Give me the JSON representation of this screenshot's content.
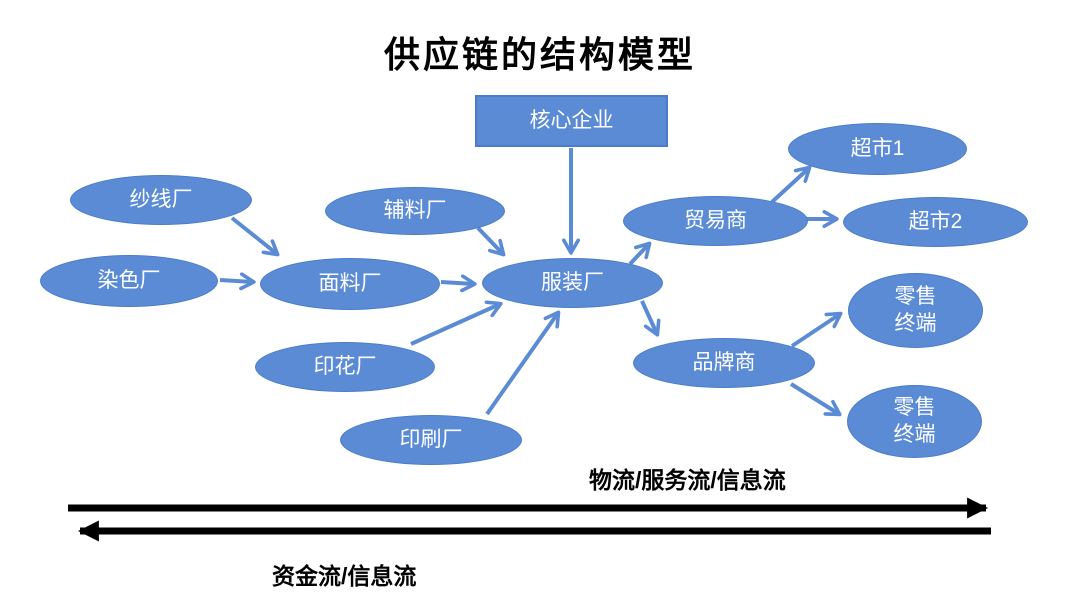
{
  "title": "供应链的结构模型",
  "nodes": {
    "core": {
      "label": "核心企业",
      "shape": "rectangle"
    },
    "yarn": {
      "label": "纱线厂"
    },
    "dye": {
      "label": "染色厂"
    },
    "accessory": {
      "label": "辅料厂"
    },
    "fabric": {
      "label": "面料厂"
    },
    "stamping": {
      "label": "印花厂"
    },
    "printing": {
      "label": "印刷厂"
    },
    "garment": {
      "label": "服装厂"
    },
    "trader": {
      "label": "贸易商"
    },
    "market1": {
      "label": "超市1"
    },
    "market2": {
      "label": "超市2"
    },
    "brand": {
      "label": "品牌商"
    },
    "retail1": {
      "line1": "零售",
      "line2": "终端"
    },
    "retail2": {
      "line1": "零售",
      "line2": "终端"
    }
  },
  "edges": [
    {
      "from": "核心企业",
      "to": "服装厂"
    },
    {
      "from": "纱线厂",
      "to": "面料厂"
    },
    {
      "from": "染色厂",
      "to": "面料厂"
    },
    {
      "from": "辅料厂",
      "to": "服装厂"
    },
    {
      "from": "面料厂",
      "to": "服装厂"
    },
    {
      "from": "印花厂",
      "to": "服装厂"
    },
    {
      "from": "印刷厂",
      "to": "服装厂"
    },
    {
      "from": "服装厂",
      "to": "贸易商"
    },
    {
      "from": "服装厂",
      "to": "品牌商"
    },
    {
      "from": "贸易商",
      "to": "超市1"
    },
    {
      "from": "贸易商",
      "to": "超市2"
    },
    {
      "from": "品牌商",
      "to": "零售终端(上)"
    },
    {
      "from": "品牌商",
      "to": "零售终端(下)"
    }
  ],
  "flows": {
    "forward_label": "物流/服务流/信息流",
    "backward_label": "资金流/信息流"
  },
  "colors": {
    "node_fill": "#5B8BD5",
    "node_border": "#4A7CC9",
    "node_text": "#FFFFFF",
    "connector_arrow": "#5B8BD5",
    "flow_arrow": "#000000",
    "title_text": "#000000"
  }
}
